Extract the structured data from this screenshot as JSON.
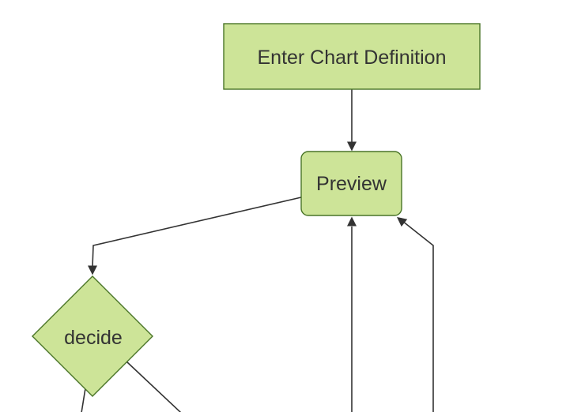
{
  "diagram": {
    "type": "flowchart",
    "orientation": "top-down",
    "background_color": "#ffffff",
    "colors": {
      "node_fill": "#cde498",
      "node_border": "#4a7528",
      "edge": "#333333",
      "text": "#333333"
    },
    "nodes": [
      {
        "id": "enter-chart-definition",
        "shape": "rectangle",
        "label": "Enter Chart Definition"
      },
      {
        "id": "preview",
        "shape": "rounded-rectangle",
        "label": "Preview"
      },
      {
        "id": "decide",
        "shape": "diamond",
        "label": "decide"
      }
    ],
    "edges": [
      {
        "from": "enter-chart-definition",
        "to": "preview",
        "arrowhead": true
      },
      {
        "from": "preview",
        "to": "decide",
        "arrowhead": true
      },
      {
        "from": "offscreen-bottom",
        "to": "preview",
        "arrowhead": true
      },
      {
        "from": "offscreen-bottom-right",
        "to": "preview",
        "arrowhead": true
      },
      {
        "from": "decide",
        "to": "offscreen-bottom-left",
        "arrowhead": false
      },
      {
        "from": "decide",
        "to": "offscreen-bottom-right",
        "arrowhead": false
      }
    ]
  }
}
